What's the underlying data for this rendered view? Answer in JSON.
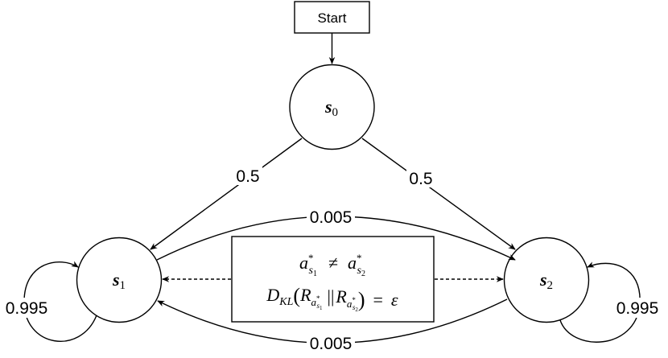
{
  "start_label": "Start",
  "states": {
    "s0": {
      "symbol": "s",
      "subscript": "0"
    },
    "s1": {
      "symbol": "s",
      "subscript": "1"
    },
    "s2": {
      "symbol": "s",
      "subscript": "2"
    }
  },
  "edges": {
    "s0_to_s1": "0.5",
    "s0_to_s2": "0.5",
    "s1_to_s2": "0.005",
    "s2_to_s1": "0.005",
    "s1_self": "0.995",
    "s2_self": "0.995"
  },
  "constraint": {
    "a": "a",
    "star": "*",
    "s": "s",
    "sub1": "1",
    "sub2": "2",
    "neq": "≠",
    "D": "D",
    "KL": "KL",
    "lparen": "(",
    "rparen": ")",
    "R": "R",
    "sep": "||",
    "equals": "=",
    "epsilon": "ε"
  }
}
